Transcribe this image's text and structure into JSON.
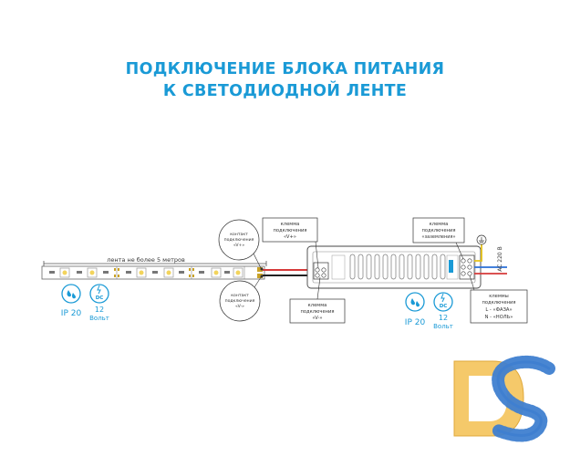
{
  "title": {
    "line1": "ПОДКЛЮЧЕНИЕ БЛОКА ПИТАНИЯ",
    "line2": "К СВЕТОДИОДНОЙ ЛЕНТЕ"
  },
  "strip": {
    "length_label": "лента не более 5 метров",
    "ip_label": "IP 20",
    "voltage_value": "12",
    "voltage_unit": "Вольт",
    "dc_label": "DC"
  },
  "contacts": {
    "plus": [
      "контакт",
      "подключения",
      "«V+»"
    ],
    "minus": [
      "контакт",
      "подключения",
      "«V-»"
    ]
  },
  "psu": {
    "terminal_plus": [
      "клемма",
      "подключения",
      "«V+»"
    ],
    "terminal_minus": [
      "клемма",
      "подключения",
      "«V-»"
    ],
    "terminal_ground": [
      "клемма",
      "подключения",
      "«заземления»"
    ],
    "terminals_ac": [
      "клеммы",
      "подключения",
      "L - «ФАЗА»",
      "N - «НОЛЬ»"
    ],
    "ac_label": "AC 220 В",
    "ip_label": "IP 20",
    "voltage_value": "12",
    "voltage_unit": "Вольт",
    "dc_label": "DC"
  },
  "colors": {
    "accent": "#1a9ad6",
    "logo_yellow": "#f5c96a",
    "logo_blue": "#3f7fd0",
    "wire_red": "#d63a3a",
    "wire_black": "#222222",
    "wire_blue": "#2a6fd6",
    "wire_yellow": "#e6c21a"
  }
}
